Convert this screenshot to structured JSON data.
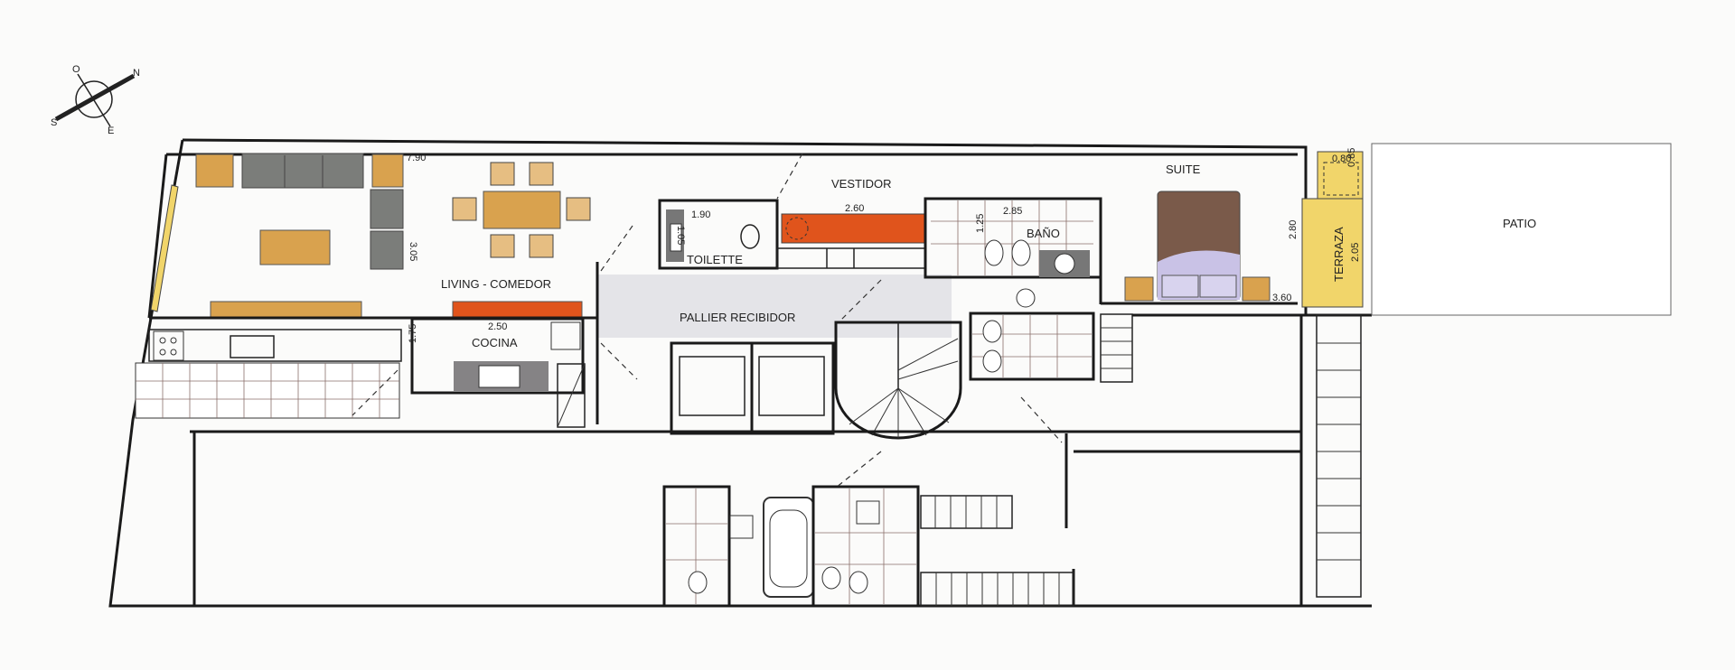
{
  "compass": {
    "n": "N",
    "s": "S",
    "e": "E",
    "o": "O"
  },
  "rooms": {
    "living": "LIVING - COMEDOR",
    "cocina": "COCINA",
    "vestidor": "VESTIDOR",
    "toilette": "TOILETTE",
    "pallier": "PALLIER RECIBIDOR",
    "bano": "BAÑO",
    "suite": "SUITE",
    "terraza": "TERRAZA",
    "patio": "PATIO"
  },
  "dimensions": {
    "living_width": "7.90",
    "living_depth": "3.05",
    "cocina_width": "2.50",
    "cocina_depth": "1.75",
    "toilette_width": "1.90",
    "toilette_depth": "1.05",
    "vestidor_width": "2.60",
    "bano_width": "2.85",
    "bano_depth": "1.25",
    "suite_depth": "2.80",
    "suite_width": "3.60",
    "terraza_width": "0.80",
    "terraza_depth_top": "0.85",
    "terraza_depth": "2.05"
  },
  "colors": {
    "wood": "#d9a24e",
    "sofa": "#7b7d7a",
    "red_furniture": "#e0541c",
    "bed": "#7a5a4a",
    "bedding": "#c9c2e6",
    "terrace": "#f1d56a",
    "hall": "#e4e4e8"
  }
}
